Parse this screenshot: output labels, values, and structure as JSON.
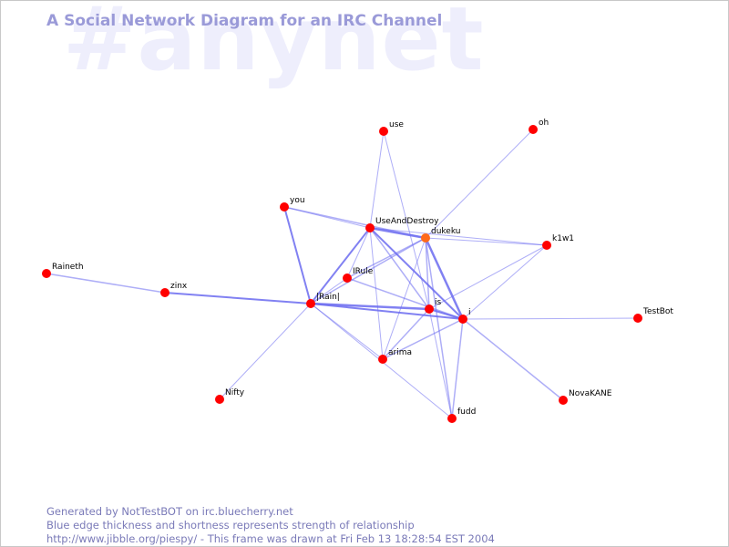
{
  "header": {
    "watermark": "#anynet",
    "title": "A Social Network Diagram for an IRC Channel"
  },
  "footer": {
    "line1": "Generated by NotTestBOT on irc.bluecherry.net",
    "line2": "Blue edge thickness and shortness represents strength of relationship",
    "line3": "http://www.jibble.org/piespy/ - This frame was drawn at Fri Feb 13 18:28:54 EST 2004"
  },
  "colors": {
    "node": "#ff0000",
    "node_active": "#ff6a1a",
    "edge": "#6b6bf0",
    "title": "#9a9ad8",
    "watermark": "#eeeefc"
  },
  "nodes": [
    {
      "id": "use",
      "label": "use"
    },
    {
      "id": "oh",
      "label": "oh"
    },
    {
      "id": "you",
      "label": "you"
    },
    {
      "id": "UseAndDestroy",
      "label": "UseAndDestroy"
    },
    {
      "id": "dukeku",
      "label": "dukeku"
    },
    {
      "id": "k1w1",
      "label": "k1w1"
    },
    {
      "id": "Raineth",
      "label": "Raineth"
    },
    {
      "id": "zinx",
      "label": "zinx"
    },
    {
      "id": "IRule",
      "label": "IRule"
    },
    {
      "id": "Rain",
      "label": "|Rain|"
    },
    {
      "id": "is",
      "label": "is"
    },
    {
      "id": "i",
      "label": "i"
    },
    {
      "id": "TestBot",
      "label": "TestBot"
    },
    {
      "id": "arima",
      "label": "arima"
    },
    {
      "id": "Nifty",
      "label": "Nifty"
    },
    {
      "id": "NovaKANE",
      "label": "NovaKANE"
    },
    {
      "id": "fudd",
      "label": "fudd"
    }
  ]
}
